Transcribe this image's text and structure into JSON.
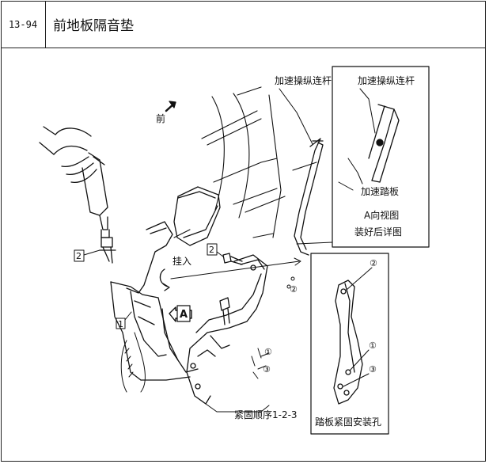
{
  "header": {
    "page_number": "13-94",
    "title": "前地板隔音垫"
  },
  "callouts": {
    "direction_front": "前",
    "accel_linkage_main": "加速操纵连杆",
    "accel_linkage_detail": "加速操纵连杆",
    "accel_pedal": "加速踏板",
    "view_a_line1": "A向视图",
    "view_a_line2": "装好后详图",
    "insert": "挂入",
    "view_arrow": "A",
    "tighten_order": "紧固顺序1-2-3",
    "mount_holes": "踏板紧固安装孔",
    "item_1": "1",
    "item_2a": "2",
    "item_2b": "2",
    "circle_1": "①",
    "circle_2": "②",
    "circle_3": "③",
    "detail_circle_1": "①",
    "detail_circle_2": "②",
    "detail_circle_3": "③"
  }
}
